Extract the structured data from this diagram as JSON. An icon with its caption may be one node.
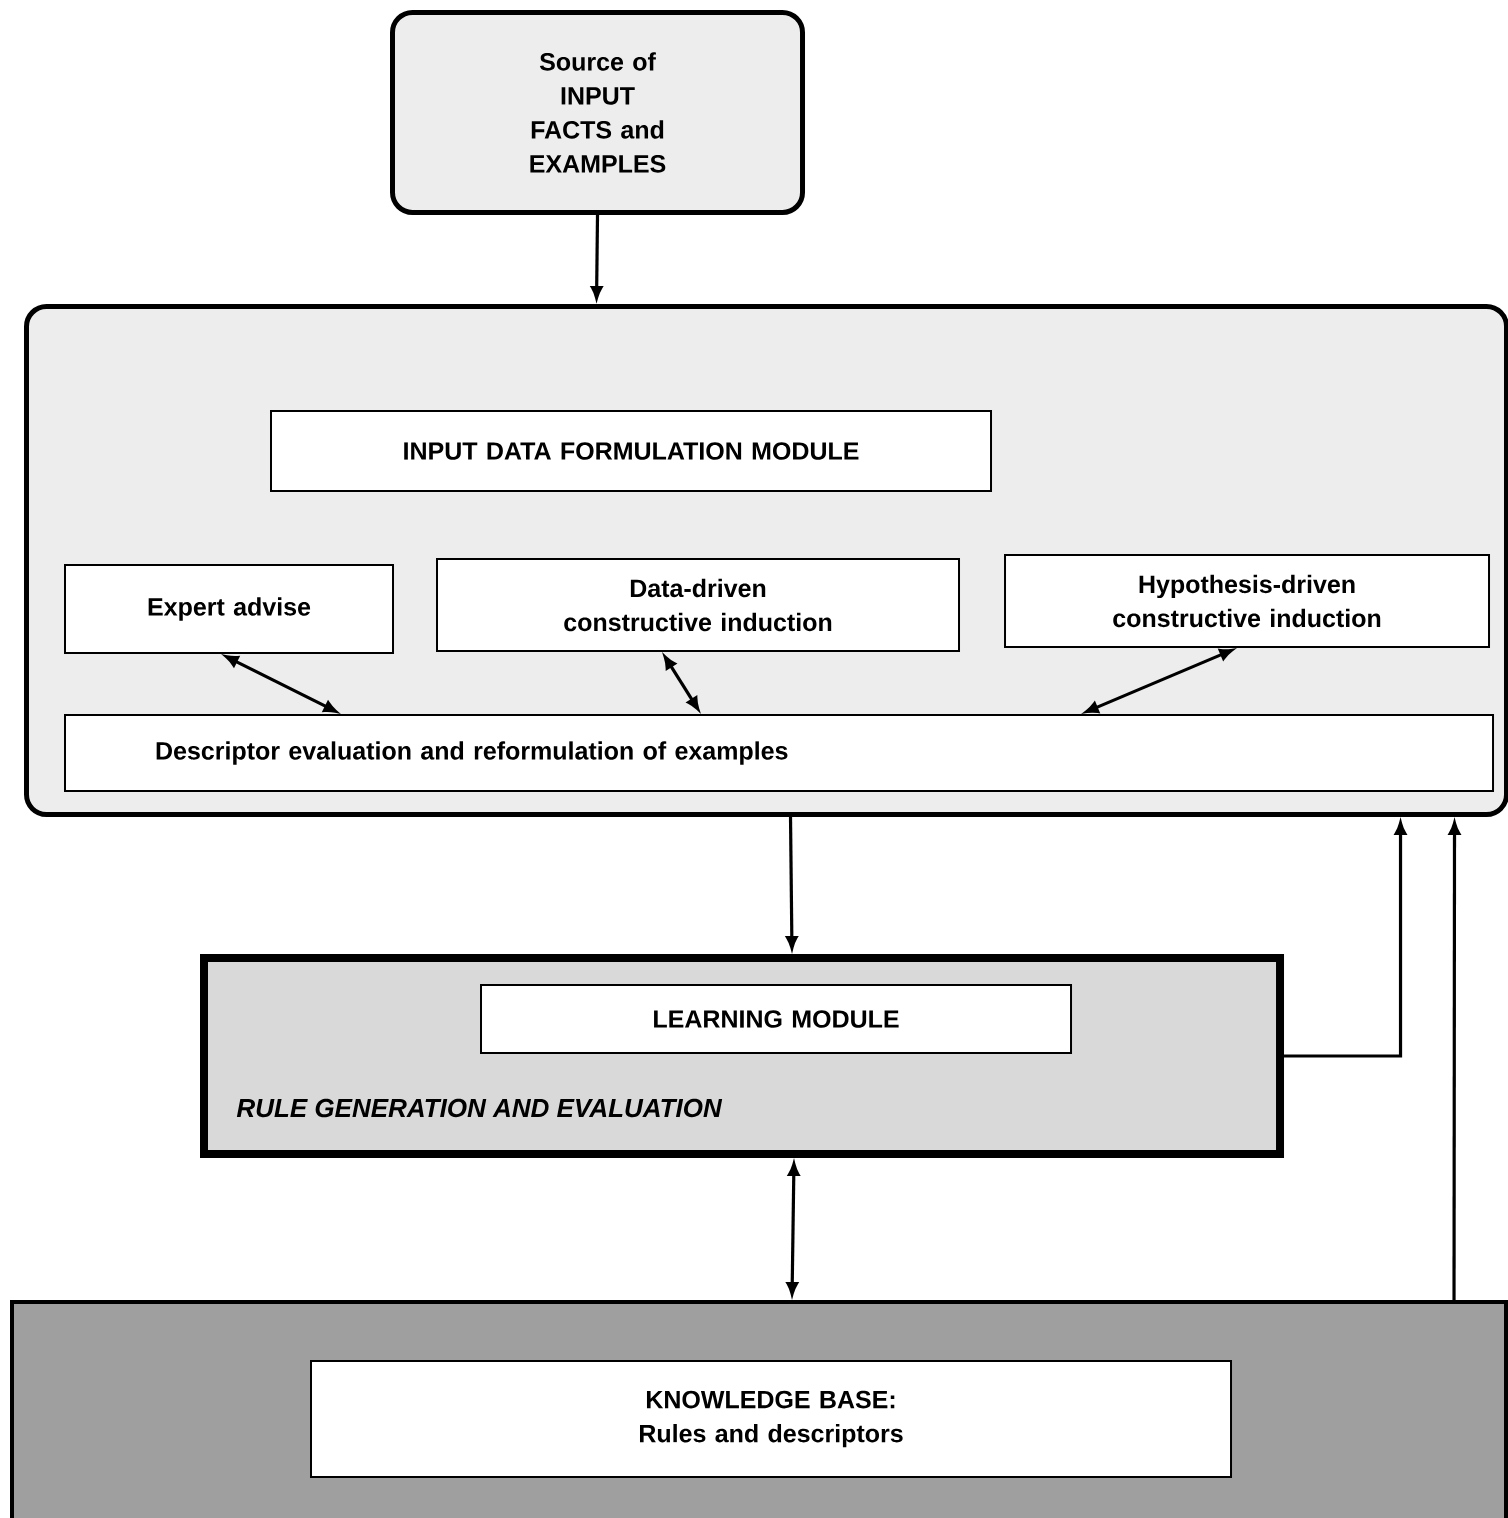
{
  "diagram": {
    "nodes": [
      {
        "text": [
          "Source of INPUT FACTS and EXAMPLES"
        ]
      },
      {
        "text": [],
        "shape": "box"
      },
      {
        "text": [
          "INPUT DATA FORMULATION MODULE"
        ],
        "in": 1
      },
      {
        "text": [
          "Expert advise"
        ],
        "in": 1
      },
      {
        "text": [
          "Data-driven constructive induction"
        ],
        "in": 1
      },
      {
        "text": [
          "Hypothesis-driven constructive induction"
        ],
        "in": 1
      },
      {
        "text": [
          "Descriptor evaluation and reformulation of examples"
        ],
        "in": 1
      },
      {
        "text": [
          "RULE GENERATION AND EVALUATION"
        ]
      },
      {
        "text": [
          "LEARNING MODULE"
        ],
        "in": 7
      },
      {
        "text": [],
        "shape": "box"
      },
      {
        "text": [
          "KNOWLEDGE BASE:",
          "Rules and descriptors"
        ],
        "in": 9
      }
    ],
    "edges": [
      {
        "from": 0,
        "to": 1,
        "arrow": "to"
      },
      {
        "from": 3,
        "to": 6,
        "arrow": "both"
      },
      {
        "from": 4,
        "to": 6,
        "arrow": "both"
      },
      {
        "from": 5,
        "to": 6,
        "arrow": "both"
      },
      {
        "from": 1,
        "to": 7,
        "arrow": "to"
      },
      {
        "from": 7,
        "to": 1,
        "arrow": "to"
      },
      {
        "from": 7,
        "to": 9,
        "arrow": "both"
      },
      {
        "from": 9,
        "to": 1,
        "arrow": "to"
      }
    ]
  }
}
